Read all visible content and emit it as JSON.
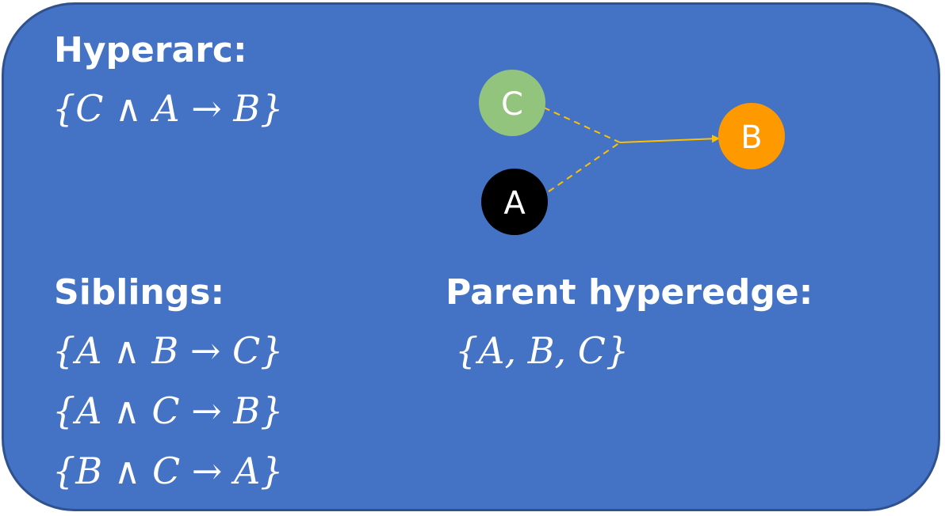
{
  "hyperarc": {
    "heading": "Hyperarc:",
    "formula": "{C ∧ A → B}"
  },
  "siblings": {
    "heading": "Siblings:",
    "formulas": [
      "{A ∧ B → C}",
      "{A ∧ C → B}",
      "{B ∧ C → A}"
    ]
  },
  "parent": {
    "heading": "Parent hyperedge:",
    "formula": "{A, B, C}"
  },
  "graph": {
    "nodes": [
      {
        "id": "C",
        "label": "C",
        "color": "#93c47d"
      },
      {
        "id": "A",
        "label": "A",
        "color": "#000000"
      },
      {
        "id": "B",
        "label": "B",
        "color": "#ff9900"
      }
    ],
    "edge_color": "#ffc000",
    "hyperedge": {
      "tail": [
        "C",
        "A"
      ],
      "head": "B"
    }
  }
}
